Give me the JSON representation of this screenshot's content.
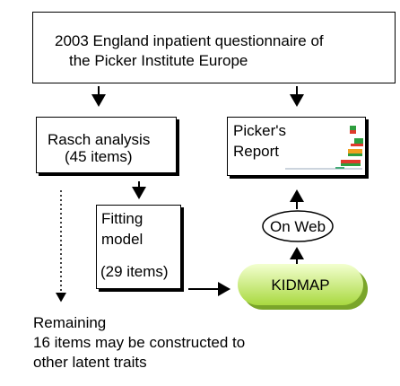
{
  "source_box": {
    "line1": "2003 England inpatient questionnaire of",
    "line2": "the Picker Institute Europe"
  },
  "rasch_box": {
    "line1": "Rasch analysis",
    "line2": "(45 items)"
  },
  "pickers_box": {
    "line1": "Picker's",
    "line2": "Report",
    "bar_colors": [
      "#2e9e3e",
      "#e03a2b",
      "#f0a020"
    ]
  },
  "fitting_box": {
    "line1": "Fitting",
    "line2": "model",
    "line3": "(29 items)"
  },
  "on_web_label": "On Web",
  "kidmap_label": "KIDMAP",
  "remaining_note": {
    "line1": "Remaining",
    "line2": "16 items may be constructed to",
    "line3": "other latent traits"
  },
  "colors": {
    "kidmap_fill_top": "#f3ffd0",
    "kidmap_fill_bottom": "#a9d940",
    "kidmap_shadow": "#7aa52a"
  }
}
